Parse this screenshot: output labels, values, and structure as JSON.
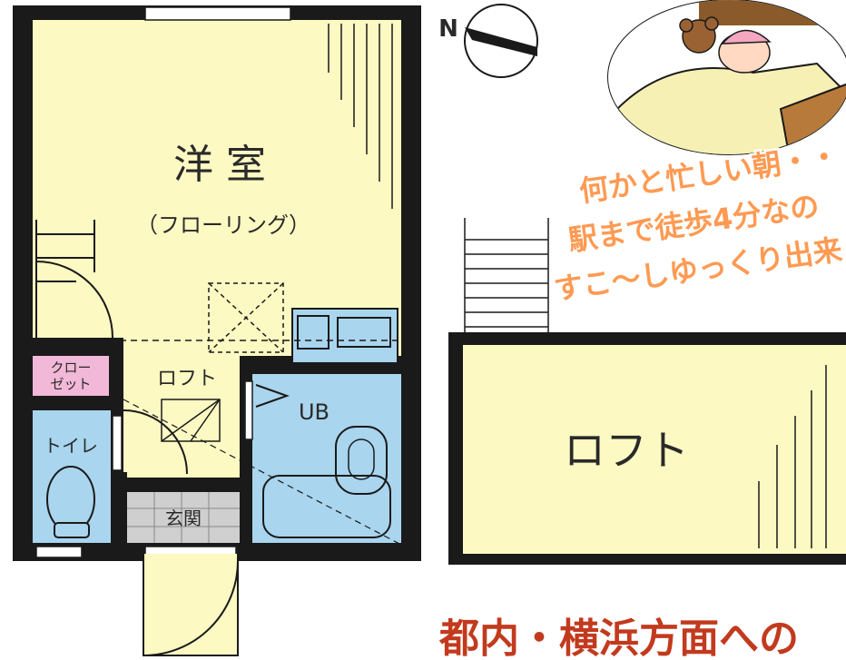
{
  "compass": {
    "label": "N"
  },
  "rooms": {
    "main_room": {
      "name": "洋 室",
      "subtitle": "（フローリング）"
    },
    "closet": {
      "line1": "クロー",
      "line2": "ゼット"
    },
    "loft_hatch": {
      "name": "ロフト"
    },
    "bathroom": {
      "name": "UB"
    },
    "toilet": {
      "name": "トイレ"
    },
    "entrance": {
      "name": "玄関"
    }
  },
  "loft_plan": {
    "name": "ロフト"
  },
  "promo": {
    "line1": "何かと忙しい朝・・・",
    "line2": "駅まで徒歩4分なの",
    "line3": "すこ〜しゆっくり出来",
    "line4": "都内・横浜方面への"
  },
  "colors": {
    "floor": "#fdf9c3",
    "wet_area": "#a9d5ee",
    "closet": "#f2b8d8",
    "entrance": "#cfcfcf",
    "wall": "#1a1a1a",
    "promo_text": "#ff9a52",
    "headline": "#c23a1e"
  }
}
